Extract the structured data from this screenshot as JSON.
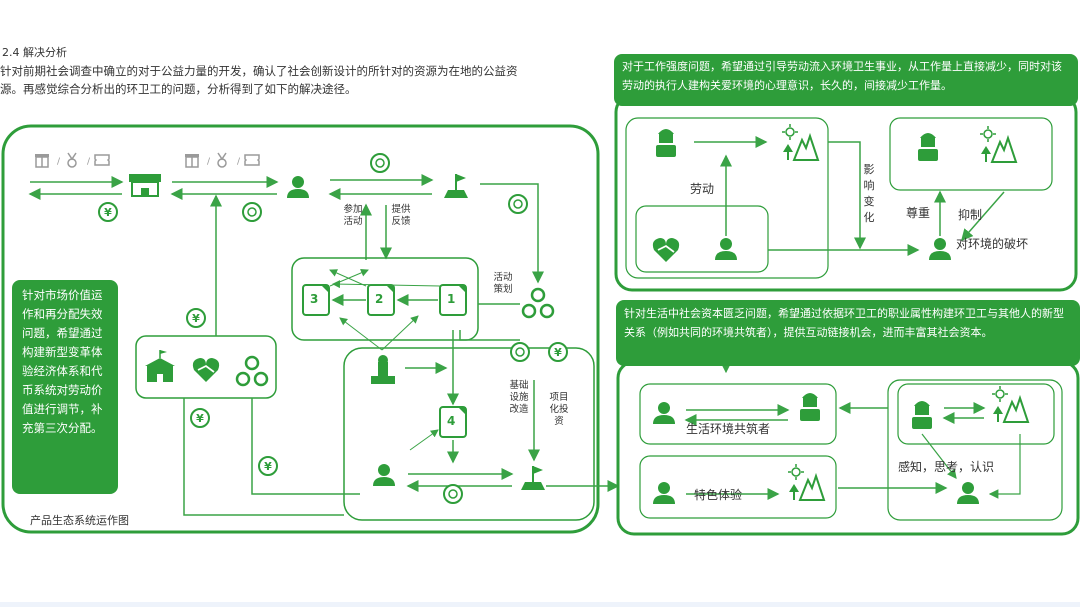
{
  "section": {
    "heading": "2.4 解决分析",
    "intro_lines": [
      "针对前期社会调查中确立的对于公益力量的开发，确认了社会创新设计的所针对的资源为在地的公益资",
      "源。再感觉综合分析出的环卫工的问题，分析得到了如下的解决途径。"
    ]
  },
  "left_diagram": {
    "caption": "产品生态系统运作图",
    "market_note": "针对市场价值运作和再分配失效问题，希望通过构建新型变革体验经济体系和代币系统对劳动价值进行调节，补充第三次分配。",
    "labels": {
      "join": "参加活动",
      "provide": "提供反馈",
      "plan": "活动策划",
      "infra": "基础设施改造",
      "project": "项目化投资"
    },
    "steps": [
      "1",
      "2",
      "3",
      "4"
    ],
    "coin_symbol": "¥"
  },
  "top_right": {
    "note": "对于工作强度问题，希望通过引导劳动流入环境卫生事业，从工作量上直接减少，同时对该劳动的执行人建构关爱环境的心理意识，长久的，间接减少工作量。",
    "labels": {
      "labor": "劳动",
      "influence": "影响变化",
      "respect": "尊重",
      "restrain": "抑制",
      "damage": "对环境的破坏"
    }
  },
  "bottom_right": {
    "note": "针对生活中社会资本匮乏问题，希望通过依据环卫工的职业属性构建环卫工与其他人的新型关系（例如共同的环境共筑者），提供互动链接机会，进而丰富其社会资本。",
    "labels": {
      "co_builder": "生活环境共筑者",
      "experience": "特色体验",
      "perceive": "感知，思考，认识"
    }
  },
  "colors": {
    "green": "#2e9d3a",
    "line": "#3aa346"
  },
  "icons": [
    "gift-icon",
    "medal-icon",
    "ticket-icon",
    "shop-icon",
    "person-icon",
    "worker-icon",
    "flag-icon",
    "coin-icon",
    "yen-icon",
    "heart-hands-icon",
    "network-icon",
    "building-icon",
    "nature-icon"
  ]
}
